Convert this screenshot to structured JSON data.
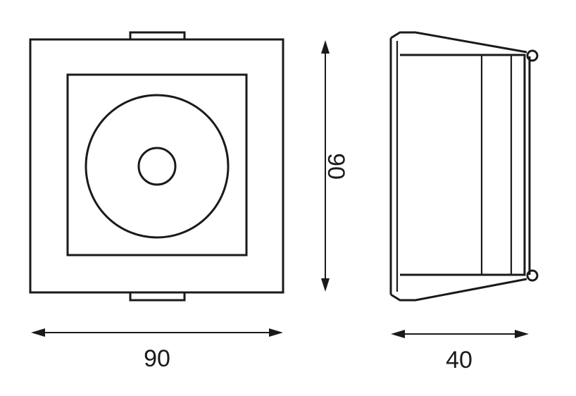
{
  "dimensions": {
    "front_width": "90",
    "front_height": "90",
    "side_depth": "40"
  },
  "colors": {
    "line": "#1a1a1a",
    "background": "#ffffff"
  }
}
